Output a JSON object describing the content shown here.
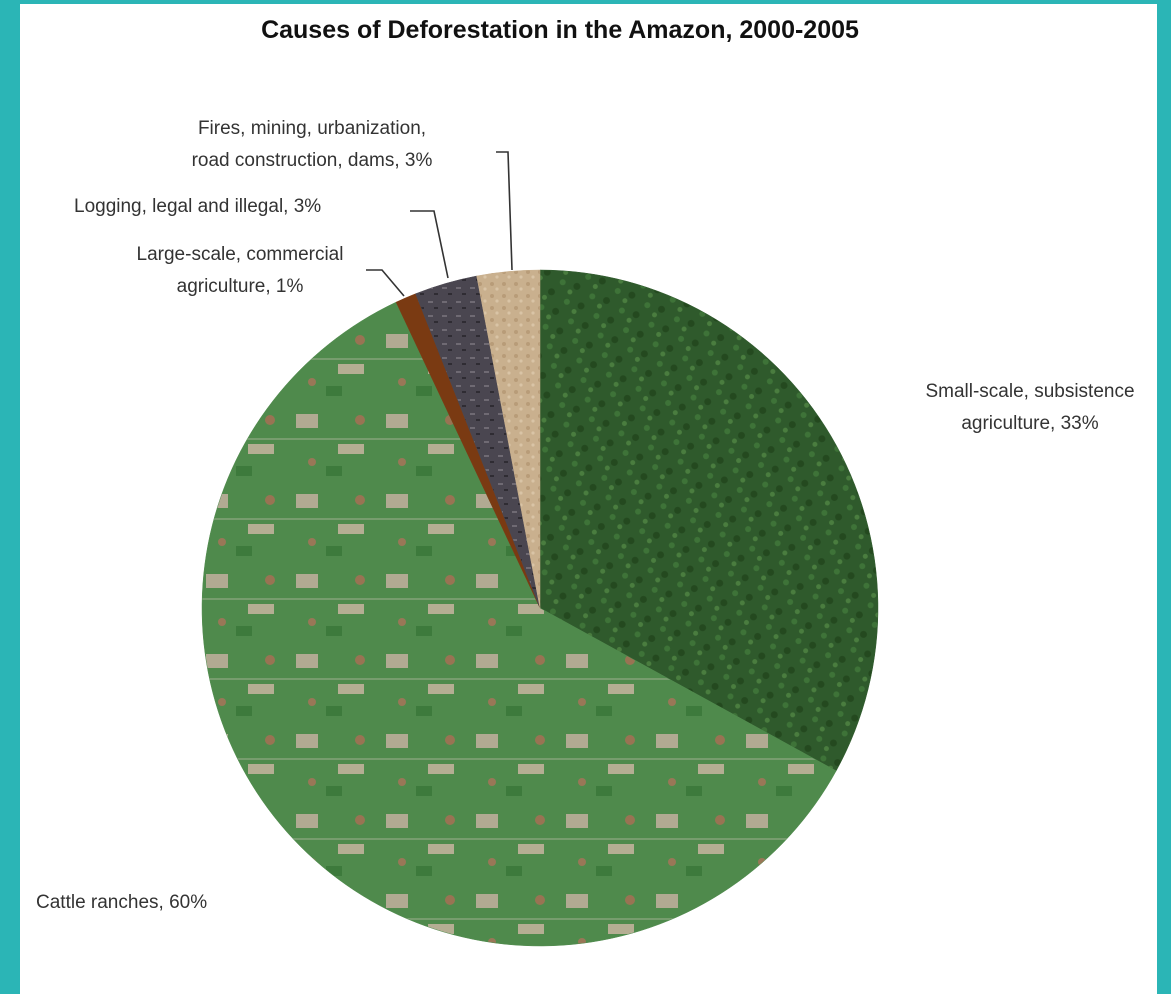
{
  "chart_data": {
    "type": "pie",
    "title": "Causes of Deforestation in the Amazon, 2000-2005",
    "slices": [
      {
        "label_lines": [
          "Small-scale, subsistence",
          "agriculture, 33%"
        ],
        "value": 33,
        "color": "#2f5a2c"
      },
      {
        "label_lines": [
          "Cattle ranches, 60%"
        ],
        "value": 60,
        "color": "#4f8a4c"
      },
      {
        "label_lines": [
          "Large-scale, commercial",
          "agriculture, 1%"
        ],
        "value": 1,
        "color": "#7a3a12"
      },
      {
        "label_lines": [
          "Logging, legal and illegal, 3%"
        ],
        "value": 3,
        "color": "#4a4650"
      },
      {
        "label_lines": [
          "Fires, mining, urbanization,",
          "road construction, dams, 3%"
        ],
        "value": 3,
        "color": "#c9b08e"
      }
    ]
  }
}
